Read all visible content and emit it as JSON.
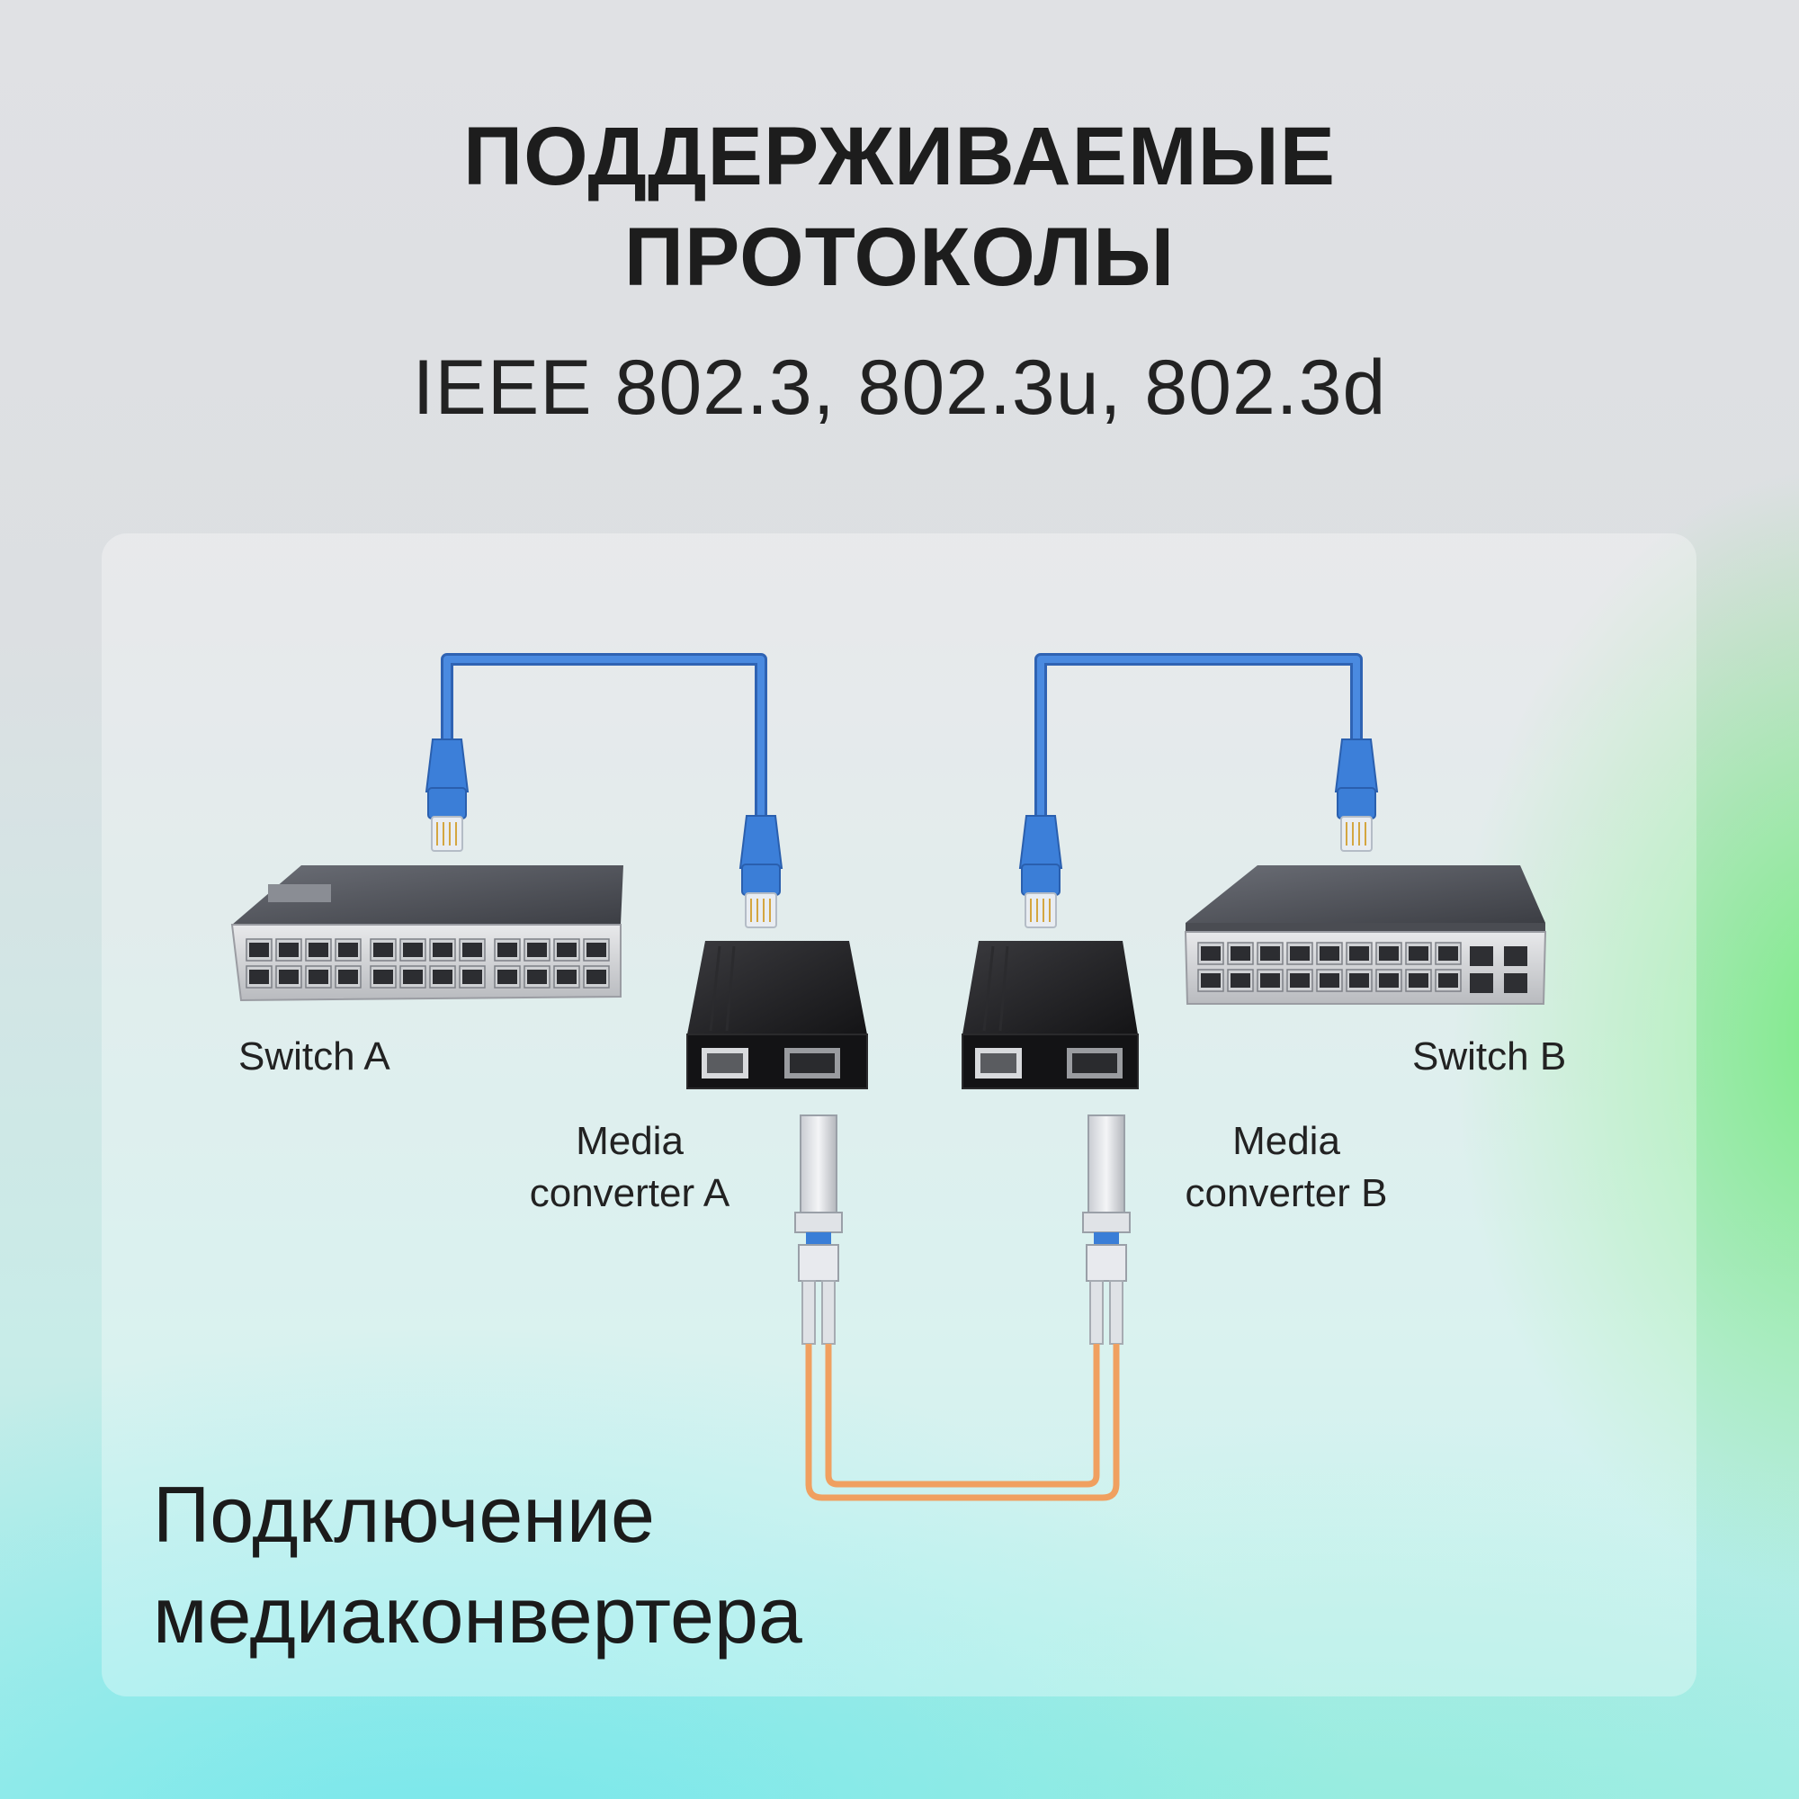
{
  "header": {
    "title_line1": "ПОДДЕРЖИВАЕМЫЕ",
    "title_line2": "ПРОТОКОЛЫ",
    "protocols": "IEEE 802.3, 802.3u, 802.3d"
  },
  "diagram": {
    "switch_a_label": "Switch A",
    "switch_b_label": "Switch B",
    "converter_a_line1": "Media",
    "converter_a_line2": "converter A",
    "converter_b_line1": "Media",
    "converter_b_line2": "converter B",
    "colors": {
      "ethernet_cable": "#3f7fd6",
      "fiber_cable": "#f0a060",
      "converter_body": "#1c1c1e",
      "switch_body": "#5a5c63"
    }
  },
  "caption": {
    "line1": "Подключение",
    "line2": "медиаконвертера"
  }
}
